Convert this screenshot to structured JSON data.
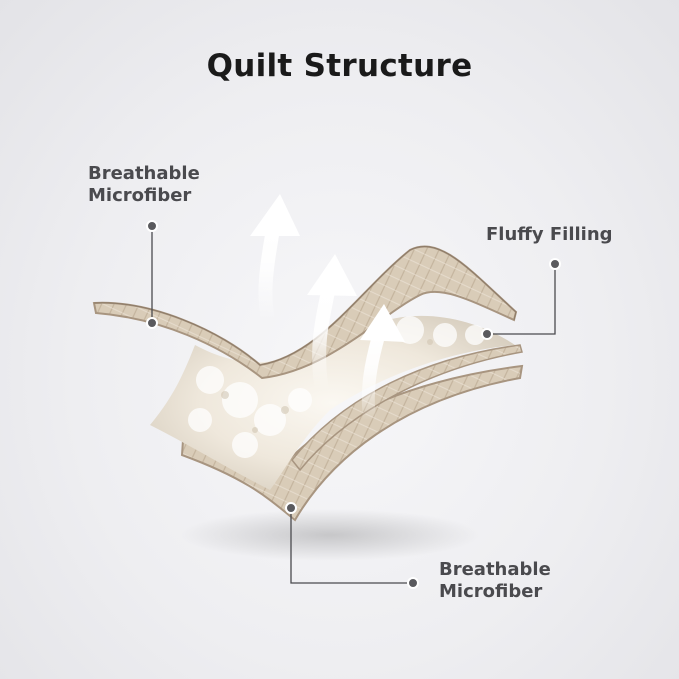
{
  "title": "Quilt Structure",
  "labels": {
    "top_layer_line1": "Breathable",
    "top_layer_line2": "Microfiber",
    "middle_layer": "Fluffy Filling",
    "bottom_layer_line1": "Breathable",
    "bottom_layer_line2": "Microfiber"
  },
  "colors": {
    "fabric": "#d9ccb8",
    "fabric_edge": "#a89580",
    "filling": "#f3efe8",
    "callout_line": "#4a4a4e",
    "callout_dot": "#5a5a5e",
    "arrow": "#ffffff"
  }
}
